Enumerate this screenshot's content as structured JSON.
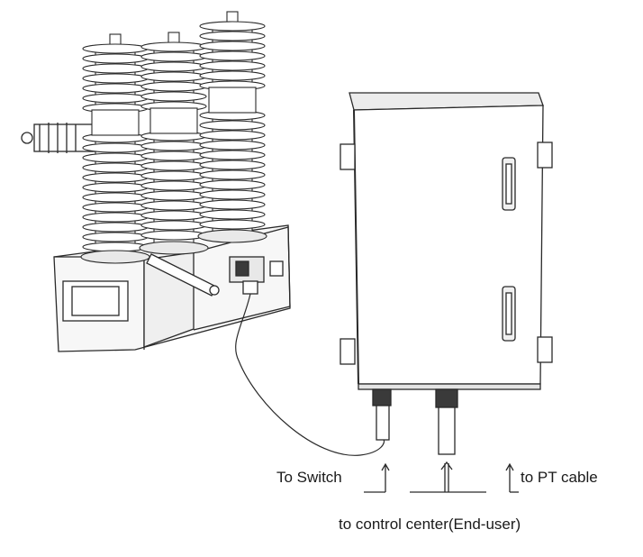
{
  "labels": {
    "to_switch": "To Switch",
    "to_pt_cable": "to PT cable",
    "to_control_center": "to control center(End-user)"
  },
  "components": {
    "switch": "circuit-breaker-with-insulators",
    "controller": "control-cabinet",
    "arrow_icon": "up-arrow-icon"
  },
  "colors": {
    "line": "#2a2a2a",
    "fill_light": "#f2f2f2",
    "background": "#ffffff"
  }
}
